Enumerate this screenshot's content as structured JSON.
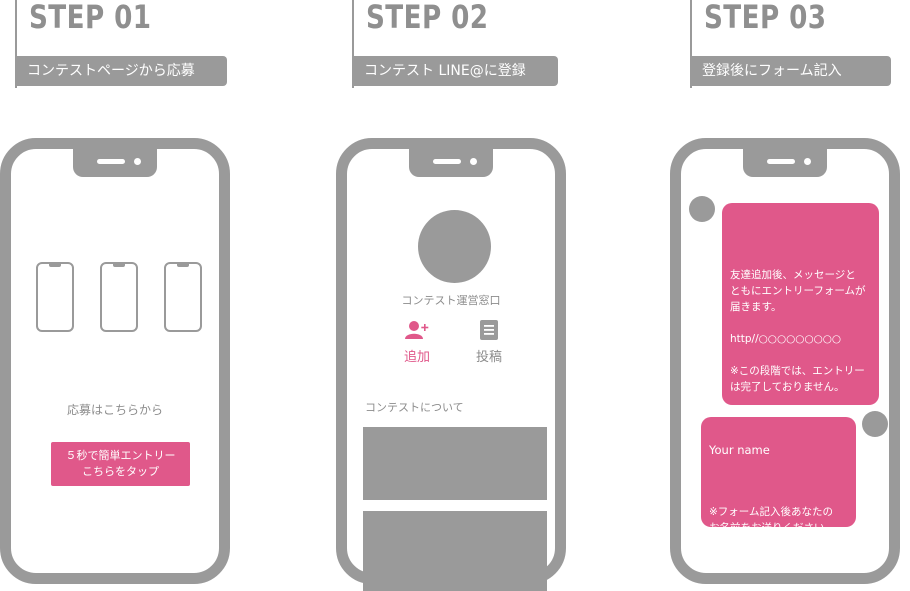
{
  "steps": [
    {
      "title": "STEP 01",
      "label": "コンテストページから応募"
    },
    {
      "title": "STEP 02",
      "label": "コンテスト LINE@に登録"
    },
    {
      "title": "STEP 03",
      "label": "登録後にフォーム記入"
    }
  ],
  "phone1": {
    "caption": "応募はこちらから",
    "button_line1": "５秒で簡単エントリー",
    "button_line2": "こちらをタップ"
  },
  "phone2": {
    "account_name": "コンテスト運営窓口",
    "add_label": "追加",
    "post_label": "投稿",
    "about_label": "コンテストについて"
  },
  "phone3": {
    "bubble1": "友達追加後、メッセージと\nともにエントリーフォームが\n届きます。\n\nhttp//○○○○○○○○○\n\n※この段階では、エントリー\nは完了しておりません。",
    "bubble2_title": "Your name",
    "bubble2_body": "※フォーム記入後あなたの\nお名前をお送りください。\nフォームに記載された情報と\nあなたを照合いたします。"
  },
  "colors": {
    "accent": "#e0588a",
    "gray": "#9a9a9a"
  }
}
